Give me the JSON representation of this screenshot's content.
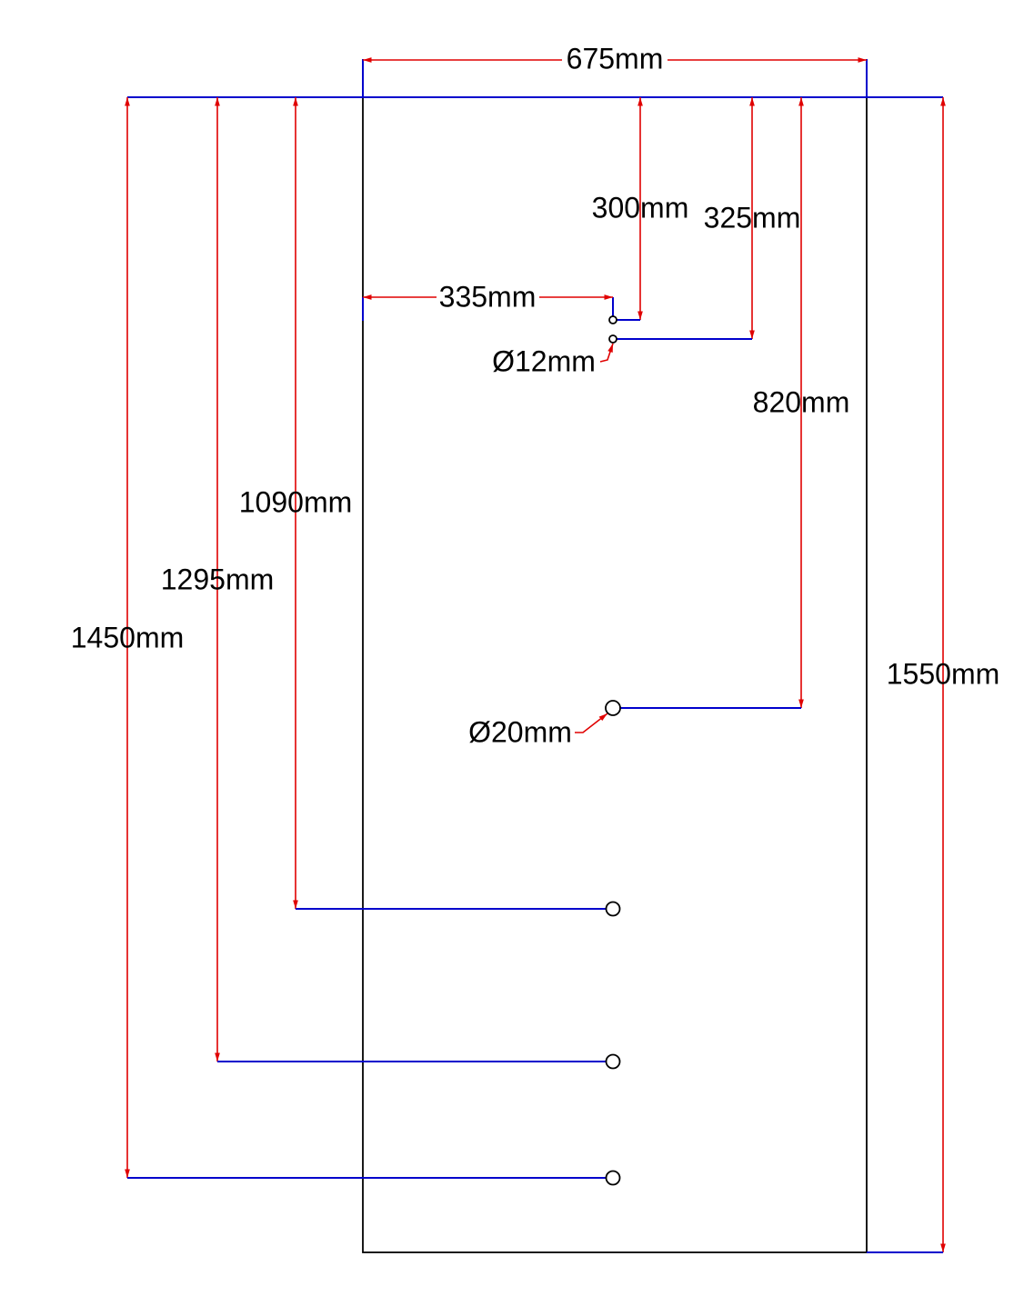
{
  "drawing": {
    "colors": {
      "dimension": "#e00000",
      "extension": "#0000cc",
      "outline": "#000000"
    },
    "dimensions": {
      "overall_width": "675mm",
      "overall_height": "1550mm",
      "hole_offset_x": "335mm",
      "hole1_from_top": "300mm",
      "hole2_from_top": "325mm",
      "hole3_from_top": "820mm",
      "hole4_from_top": "1090mm",
      "hole5_from_top": "1295mm",
      "hole6_from_top": "1450mm"
    },
    "hole_callouts": {
      "small": "Ø12mm",
      "large": "Ø20mm"
    }
  }
}
